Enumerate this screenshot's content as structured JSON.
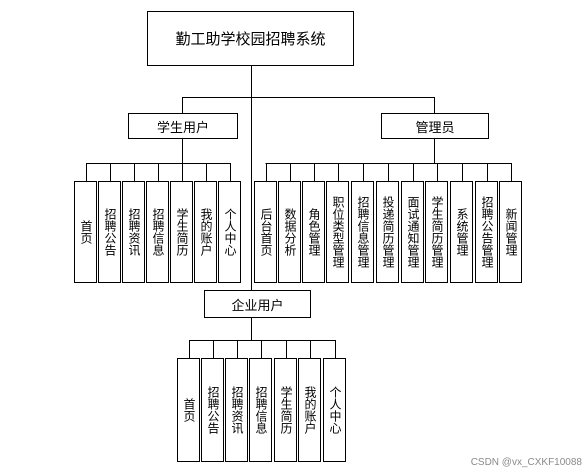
{
  "root": {
    "label": "勤工助学校园招聘系统"
  },
  "student": {
    "label": "学生用户",
    "children": [
      "首页",
      "招聘公告",
      "招聘资讯",
      "招聘信息",
      "学生简历",
      "我的账户",
      "个人中心"
    ]
  },
  "admin": {
    "label": "管理员",
    "children": [
      "后台首页",
      "数据分析",
      "角色管理",
      "职位类型管理",
      "招聘信息管理",
      "投递简历管理",
      "面试通知管理",
      "学生简历管理",
      "系统管理",
      "招聘公告管理",
      "新闻管理"
    ]
  },
  "company": {
    "label": "企业用户",
    "children": [
      "首页",
      "招聘公告",
      "招聘资讯",
      "招聘信息",
      "学生简历",
      "我的账户",
      "个人中心"
    ]
  },
  "watermark": "CSDN @vx_CXKF10088"
}
